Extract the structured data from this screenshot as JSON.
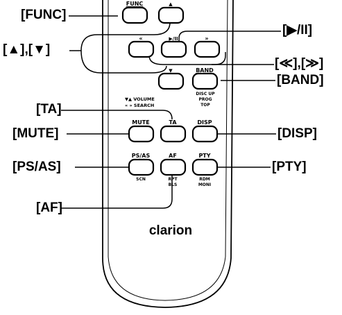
{
  "callouts": {
    "func": "[FUNC]",
    "up_down": "[▲],[▼]",
    "play_pause": "[▶/II]",
    "seek": "[≪],[≫]",
    "band": "[BAND]",
    "ta": "[TA]",
    "mute": "[MUTE]",
    "disp": "[DISP]",
    "ps_as": "[PS/AS]",
    "pty": "[PTY]",
    "af": "[AF]"
  },
  "remote": {
    "brand": "clarion",
    "buttons": {
      "func": "FUNC",
      "up": "▲",
      "down": "▼",
      "rew": "«",
      "play_pause": "▶/II",
      "ff": "»",
      "band": "BAND",
      "mute": "MUTE",
      "ta": "TA",
      "disp": "DISP",
      "ps_as": "PS/AS",
      "af": "AF",
      "pty": "PTY"
    },
    "sublabels": {
      "volume": "▼▲  VOLUME",
      "search": "« »  SEARCH",
      "disc_up": "DISC UP",
      "prog": "PROG",
      "top": "TOP",
      "scn": "SCN",
      "rpt": "RPT",
      "bls": "BLS",
      "rdm": "RDM",
      "moni": "MONI"
    }
  }
}
